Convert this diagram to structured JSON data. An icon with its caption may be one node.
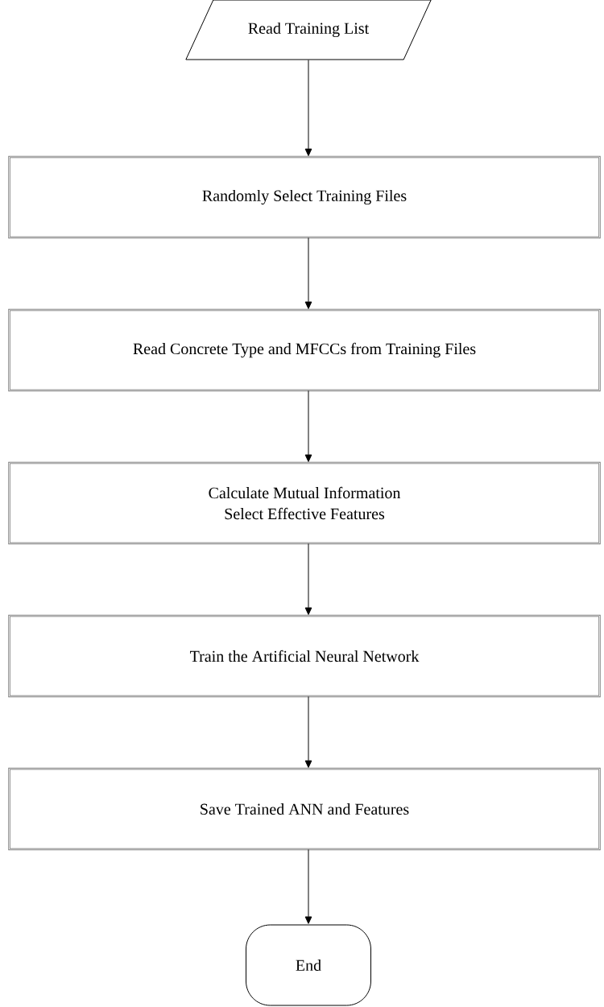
{
  "diagram": {
    "nodes": [
      {
        "text": [
          "Read Training List"
        ]
      },
      {
        "text": [
          "Randomly Select Training Files"
        ]
      },
      {
        "text": [
          "Read Concrete Type and MFCCs from Training Files"
        ]
      },
      {
        "text": [
          "Calculate Mutual Information",
          "Select Effective Features"
        ]
      },
      {
        "text": [
          "Train the Artificial Neural Network"
        ]
      },
      {
        "text": [
          "Save Trained ANN and Features"
        ]
      },
      {
        "text": [
          "End"
        ]
      }
    ],
    "edges": [
      {
        "from": 0,
        "to": 1,
        "arrow": "to"
      },
      {
        "from": 1,
        "to": 2,
        "arrow": "to"
      },
      {
        "from": 2,
        "to": 3,
        "arrow": "to"
      },
      {
        "from": 3,
        "to": 4,
        "arrow": "to"
      },
      {
        "from": 4,
        "to": 5,
        "arrow": "to"
      },
      {
        "from": 5,
        "to": 6,
        "arrow": "to"
      }
    ]
  }
}
